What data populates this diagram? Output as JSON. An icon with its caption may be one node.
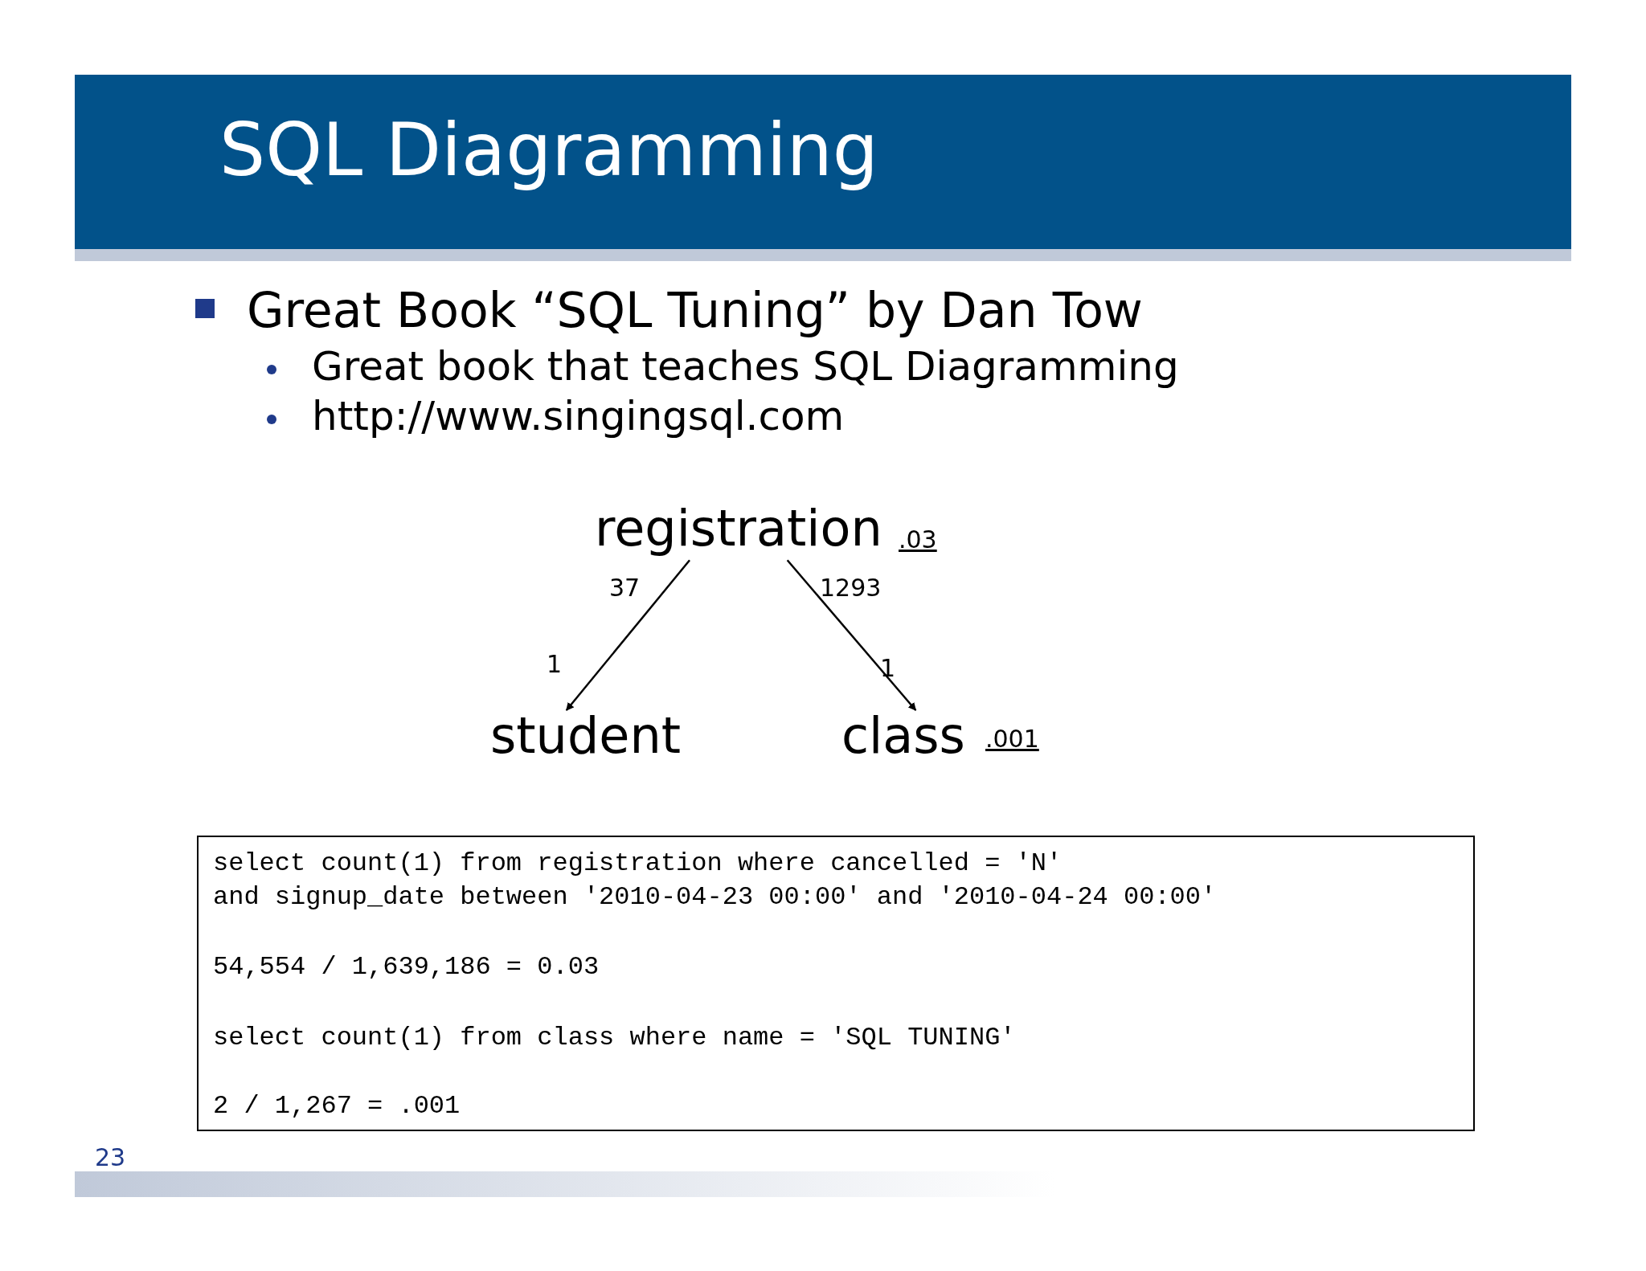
{
  "diagram": {
    "title": "SQL Diagramming",
    "nodes": [
      {
        "text": [
          "registration"
        ],
        "beside": [
          ".03"
        ]
      },
      {
        "text": [
          "student"
        ]
      },
      {
        "text": [
          "class"
        ],
        "beside": [
          ".001"
        ]
      },
      {
        "text": [
          "select count(1) from registration where cancelled = 'N'",
          "and signup_date between '2010-04-23 00:00' and '2010-04-24 00:00'",
          "54,554 / 1,639,186 = 0.03",
          "select count(1) from class where name = 'SQL TUNING'",
          "2 / 1,267 = .001"
        ]
      }
    ],
    "edges": [
      {
        "from": 0,
        "to": 1,
        "arrow": "to"
      },
      {
        "from": 0,
        "to": 2,
        "arrow": "to"
      }
    ],
    "labels": [
      "Great Book “SQL Tuning” by Dan Tow",
      "Great book that teaches SQL Diagramming",
      "http://www.singingsql.com",
      "37",
      "1293",
      "1",
      "1",
      "23"
    ]
  }
}
